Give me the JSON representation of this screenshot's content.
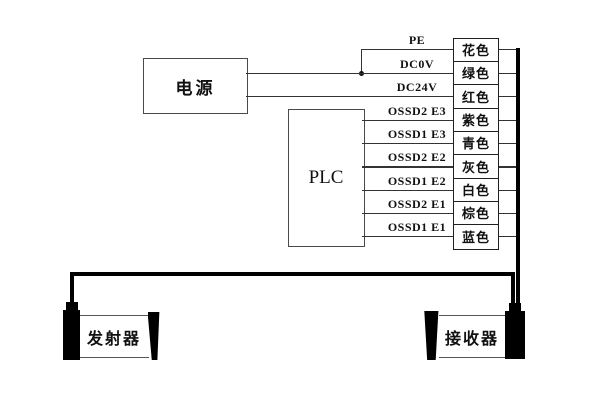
{
  "power": {
    "label": "电源"
  },
  "plc": {
    "label": "PLC"
  },
  "wires": [
    {
      "label": "PE",
      "color": "花色"
    },
    {
      "label": "DC0V",
      "color": "绿色"
    },
    {
      "label": "DC24V",
      "color": "红色"
    },
    {
      "label": "OSSD2 E3",
      "color": "紫色"
    },
    {
      "label": "OSSD1 E3",
      "color": "青色"
    },
    {
      "label": "OSSD2 E2",
      "color": "灰色"
    },
    {
      "label": "OSSD1 E2",
      "color": "白色"
    },
    {
      "label": "OSSD2 E1",
      "color": "棕色"
    },
    {
      "label": "OSSD1 E1",
      "color": "蓝色"
    }
  ],
  "devices": {
    "transmitter": {
      "label": "发射器"
    },
    "receiver": {
      "label": "接收器"
    }
  },
  "colors": {
    "wire_line": "#333333",
    "thick_cable": "#000000",
    "box_border": "#4a4a4a",
    "background": "#ffffff"
  }
}
